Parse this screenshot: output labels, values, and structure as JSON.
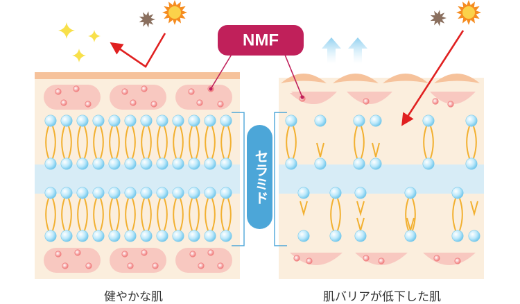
{
  "labels": {
    "nmf": "NMF",
    "ceramide": "セラミド",
    "healthy_skin": "健やかな肌",
    "damaged_skin": "肌バリアが低下した肌"
  },
  "colors": {
    "skin_cream": "#fbeedd",
    "skin_top_layer": "#f6c29b",
    "corneocyte": "#f8c8c0",
    "nmf_dot": "#f08080",
    "lipid_head": "#8fd6f2",
    "lipid_tail": "#f2b030",
    "water_band": "#d7ecf6",
    "ceramide_label": "#4ca6d8",
    "nmf_label": "#c0205a",
    "arrow_red": "#e02020",
    "arrow_up": "#a8d8f2",
    "sparkle": "#f8e04a",
    "sun": "#f58c1f",
    "dust": "#8a6f5e"
  },
  "icons": [
    "sun-icon",
    "dust-icon",
    "sparkle-icon",
    "up-arrow-icon"
  ]
}
